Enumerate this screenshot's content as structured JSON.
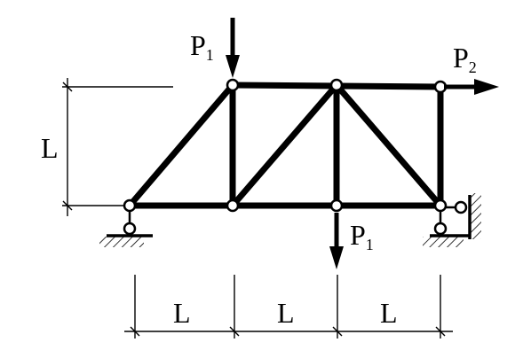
{
  "labels": {
    "force_top": "P",
    "force_top_sub": "1",
    "force_right": "P",
    "force_right_sub": "2",
    "force_bottom": "P",
    "force_bottom_sub": "1",
    "dim_height": "L",
    "dim_span_1": "L",
    "dim_span_2": "L",
    "dim_span_3": "L"
  }
}
